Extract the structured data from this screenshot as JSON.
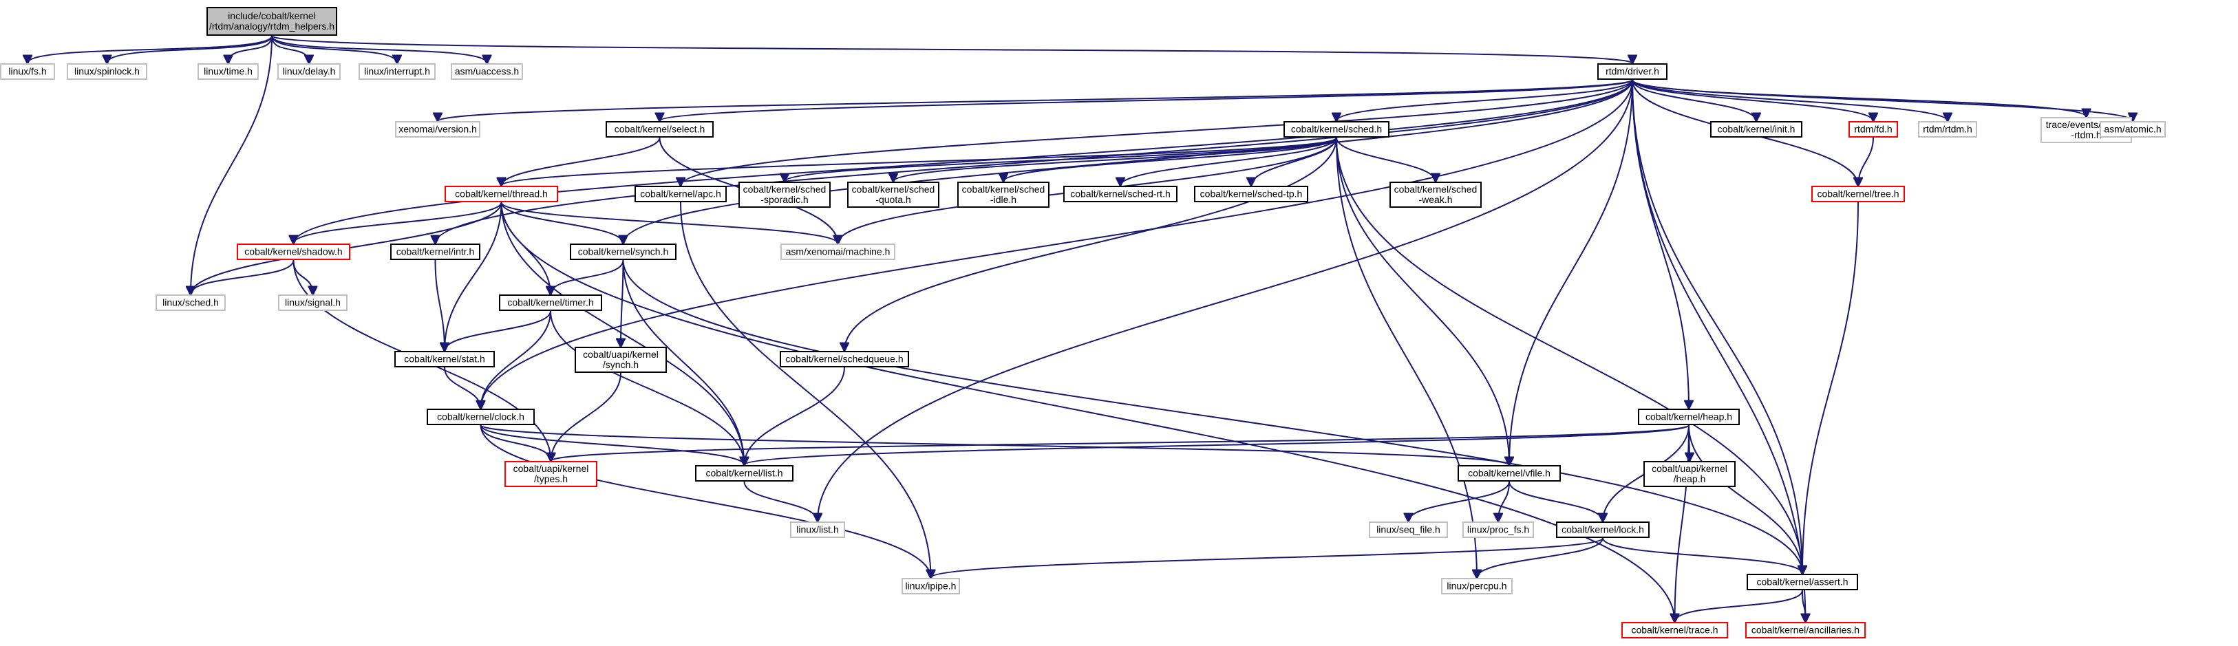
{
  "graph": {
    "title": "include/cobalt/kernel/rtdm/analogy/rtdm_helpers.h",
    "colors": {
      "edge": "#191970",
      "root_fill": "#bfbfbf",
      "documented_border": "#000000",
      "undocumented_border": "#bfbfbf",
      "truncated_border": "#ff0000"
    },
    "nodes": [
      {
        "id": "root",
        "lines": [
          "include/cobalt/kernel",
          "/rtdm/analogy/rtdm_helpers.h"
        ],
        "style": "root"
      },
      {
        "id": "linux_fs",
        "lines": [
          "linux/fs.h"
        ],
        "style": "plain"
      },
      {
        "id": "linux_spinlock",
        "lines": [
          "linux/spinlock.h"
        ],
        "style": "plain"
      },
      {
        "id": "linux_time",
        "lines": [
          "linux/time.h"
        ],
        "style": "plain"
      },
      {
        "id": "linux_delay",
        "lines": [
          "linux/delay.h"
        ],
        "style": "plain"
      },
      {
        "id": "linux_interrupt",
        "lines": [
          "linux/interrupt.h"
        ],
        "style": "plain"
      },
      {
        "id": "asm_uaccess",
        "lines": [
          "asm/uaccess.h"
        ],
        "style": "plain"
      },
      {
        "id": "rtdm_driver",
        "lines": [
          "rtdm/driver.h"
        ],
        "style": "doc"
      },
      {
        "id": "xenomai_version",
        "lines": [
          "xenomai/version.h"
        ],
        "style": "plain"
      },
      {
        "id": "ck_select",
        "lines": [
          "cobalt/kernel/select.h"
        ],
        "style": "doc"
      },
      {
        "id": "ck_sched",
        "lines": [
          "cobalt/kernel/sched.h"
        ],
        "style": "doc"
      },
      {
        "id": "ck_init",
        "lines": [
          "cobalt/kernel/init.h"
        ],
        "style": "doc"
      },
      {
        "id": "rtdm_fd",
        "lines": [
          "rtdm/fd.h"
        ],
        "style": "trunc"
      },
      {
        "id": "rtdm_rtdm",
        "lines": [
          "rtdm/rtdm.h"
        ],
        "style": "plain"
      },
      {
        "id": "trace_events",
        "lines": [
          "trace/events/cobalt",
          "-rtdm.h"
        ],
        "style": "plain"
      },
      {
        "id": "asm_atomic",
        "lines": [
          "asm/atomic.h"
        ],
        "style": "plain"
      },
      {
        "id": "ck_thread",
        "lines": [
          "cobalt/kernel/thread.h"
        ],
        "style": "trunc"
      },
      {
        "id": "ck_apc",
        "lines": [
          "cobalt/kernel/apc.h"
        ],
        "style": "doc"
      },
      {
        "id": "ck_sched_sporadic",
        "lines": [
          "cobalt/kernel/sched",
          "-sporadic.h"
        ],
        "style": "doc"
      },
      {
        "id": "ck_sched_quota",
        "lines": [
          "cobalt/kernel/sched",
          "-quota.h"
        ],
        "style": "doc"
      },
      {
        "id": "ck_sched_idle",
        "lines": [
          "cobalt/kernel/sched",
          "-idle.h"
        ],
        "style": "doc"
      },
      {
        "id": "ck_sched_rt",
        "lines": [
          "cobalt/kernel/sched-rt.h"
        ],
        "style": "doc"
      },
      {
        "id": "ck_sched_tp",
        "lines": [
          "cobalt/kernel/sched-tp.h"
        ],
        "style": "doc"
      },
      {
        "id": "ck_sched_weak",
        "lines": [
          "cobalt/kernel/sched",
          "-weak.h"
        ],
        "style": "doc"
      },
      {
        "id": "ck_tree",
        "lines": [
          "cobalt/kernel/tree.h"
        ],
        "style": "trunc"
      },
      {
        "id": "asm_machine",
        "lines": [
          "asm/xenomai/machine.h"
        ],
        "style": "plain"
      },
      {
        "id": "ck_shadow",
        "lines": [
          "cobalt/kernel/shadow.h"
        ],
        "style": "trunc"
      },
      {
        "id": "ck_intr",
        "lines": [
          "cobalt/kernel/intr.h"
        ],
        "style": "doc"
      },
      {
        "id": "ck_synch",
        "lines": [
          "cobalt/kernel/synch.h"
        ],
        "style": "doc"
      },
      {
        "id": "linux_sched",
        "lines": [
          "linux/sched.h"
        ],
        "style": "plain"
      },
      {
        "id": "linux_signal",
        "lines": [
          "linux/signal.h"
        ],
        "style": "plain"
      },
      {
        "id": "ck_timer",
        "lines": [
          "cobalt/kernel/timer.h"
        ],
        "style": "doc"
      },
      {
        "id": "ck_stat",
        "lines": [
          "cobalt/kernel/stat.h"
        ],
        "style": "doc"
      },
      {
        "id": "cu_synch",
        "lines": [
          "cobalt/uapi/kernel",
          "/synch.h"
        ],
        "style": "doc"
      },
      {
        "id": "ck_schedqueue",
        "lines": [
          "cobalt/kernel/schedqueue.h"
        ],
        "style": "doc"
      },
      {
        "id": "ck_clock",
        "lines": [
          "cobalt/kernel/clock.h"
        ],
        "style": "doc"
      },
      {
        "id": "ck_heap",
        "lines": [
          "cobalt/kernel/heap.h"
        ],
        "style": "doc"
      },
      {
        "id": "cu_types",
        "lines": [
          "cobalt/uapi/kernel",
          "/types.h"
        ],
        "style": "trunc"
      },
      {
        "id": "ck_list",
        "lines": [
          "cobalt/kernel/list.h"
        ],
        "style": "doc"
      },
      {
        "id": "cu_heap",
        "lines": [
          "cobalt/uapi/kernel",
          "/heap.h"
        ],
        "style": "doc"
      },
      {
        "id": "ck_vfile",
        "lines": [
          "cobalt/kernel/vfile.h"
        ],
        "style": "doc"
      },
      {
        "id": "linux_list",
        "lines": [
          "linux/list.h"
        ],
        "style": "plain"
      },
      {
        "id": "linux_seq_file",
        "lines": [
          "linux/seq_file.h"
        ],
        "style": "plain"
      },
      {
        "id": "linux_proc_fs",
        "lines": [
          "linux/proc_fs.h"
        ],
        "style": "plain"
      },
      {
        "id": "ck_lock",
        "lines": [
          "cobalt/kernel/lock.h"
        ],
        "style": "doc"
      },
      {
        "id": "linux_ipipe",
        "lines": [
          "linux/ipipe.h"
        ],
        "style": "plain"
      },
      {
        "id": "linux_percpu",
        "lines": [
          "linux/percpu.h"
        ],
        "style": "plain"
      },
      {
        "id": "ck_assert",
        "lines": [
          "cobalt/kernel/assert.h"
        ],
        "style": "doc"
      },
      {
        "id": "ck_trace",
        "lines": [
          "cobalt/kernel/trace.h"
        ],
        "style": "trunc"
      },
      {
        "id": "ck_ancillaries",
        "lines": [
          "cobalt/kernel/ancillaries.h"
        ],
        "style": "trunc"
      }
    ],
    "edges": [
      [
        "root",
        "linux_fs"
      ],
      [
        "root",
        "linux_spinlock"
      ],
      [
        "root",
        "linux_time"
      ],
      [
        "root",
        "linux_delay"
      ],
      [
        "root",
        "linux_interrupt"
      ],
      [
        "root",
        "asm_uaccess"
      ],
      [
        "root",
        "rtdm_driver"
      ],
      [
        "root",
        "linux_sched"
      ],
      [
        "rtdm_driver",
        "xenomai_version"
      ],
      [
        "rtdm_driver",
        "ck_select"
      ],
      [
        "rtdm_driver",
        "ck_sched"
      ],
      [
        "rtdm_driver",
        "ck_init"
      ],
      [
        "rtdm_driver",
        "rtdm_fd"
      ],
      [
        "rtdm_driver",
        "rtdm_rtdm"
      ],
      [
        "rtdm_driver",
        "trace_events"
      ],
      [
        "rtdm_driver",
        "asm_atomic"
      ],
      [
        "rtdm_driver",
        "ck_tree"
      ],
      [
        "rtdm_driver",
        "ck_shadow"
      ],
      [
        "rtdm_driver",
        "ck_intr"
      ],
      [
        "rtdm_driver",
        "ck_synch"
      ],
      [
        "rtdm_driver",
        "ck_clock"
      ],
      [
        "rtdm_driver",
        "ck_apc"
      ],
      [
        "rtdm_driver",
        "ck_heap"
      ],
      [
        "rtdm_driver",
        "ck_vfile"
      ],
      [
        "rtdm_driver",
        "linux_list"
      ],
      [
        "rtdm_driver",
        "ck_assert"
      ],
      [
        "rtdm_driver",
        "ck_ancillaries"
      ],
      [
        "rtdm_fd",
        "ck_tree"
      ],
      [
        "ck_select",
        "ck_thread"
      ],
      [
        "ck_select",
        "asm_machine"
      ],
      [
        "ck_sched",
        "ck_thread"
      ],
      [
        "ck_sched",
        "ck_sched_sporadic"
      ],
      [
        "ck_sched",
        "ck_sched_quota"
      ],
      [
        "ck_sched",
        "ck_sched_idle"
      ],
      [
        "ck_sched",
        "ck_sched_rt"
      ],
      [
        "ck_sched",
        "ck_sched_tp"
      ],
      [
        "ck_sched",
        "ck_sched_weak"
      ],
      [
        "ck_sched",
        "asm_machine"
      ],
      [
        "ck_sched",
        "ck_schedqueue"
      ],
      [
        "ck_sched",
        "ck_vfile"
      ],
      [
        "ck_sched",
        "linux_percpu"
      ],
      [
        "ck_sched",
        "ck_assert"
      ],
      [
        "ck_thread",
        "ck_shadow"
      ],
      [
        "ck_thread",
        "ck_synch"
      ],
      [
        "ck_thread",
        "ck_timer"
      ],
      [
        "ck_thread",
        "ck_stat"
      ],
      [
        "ck_thread",
        "ck_list"
      ],
      [
        "ck_thread",
        "linux_sched"
      ],
      [
        "ck_thread",
        "asm_machine"
      ],
      [
        "ck_thread",
        "ck_trace"
      ],
      [
        "ck_apc",
        "linux_ipipe"
      ],
      [
        "ck_shadow",
        "linux_sched"
      ],
      [
        "ck_shadow",
        "linux_signal"
      ],
      [
        "ck_shadow",
        "cu_types"
      ],
      [
        "ck_intr",
        "ck_stat"
      ],
      [
        "ck_synch",
        "ck_timer"
      ],
      [
        "ck_synch",
        "cu_synch"
      ],
      [
        "ck_synch",
        "ck_list"
      ],
      [
        "ck_synch",
        "ck_assert"
      ],
      [
        "ck_timer",
        "ck_stat"
      ],
      [
        "ck_timer",
        "ck_clock"
      ],
      [
        "ck_timer",
        "ck_list"
      ],
      [
        "ck_stat",
        "ck_clock"
      ],
      [
        "cu_synch",
        "cu_types"
      ],
      [
        "ck_schedqueue",
        "ck_list"
      ],
      [
        "ck_clock",
        "cu_types"
      ],
      [
        "ck_clock",
        "ck_list"
      ],
      [
        "ck_clock",
        "ck_vfile"
      ],
      [
        "ck_clock",
        "linux_ipipe"
      ],
      [
        "ck_heap",
        "ck_list"
      ],
      [
        "ck_heap",
        "cu_types"
      ],
      [
        "ck_heap",
        "cu_heap"
      ],
      [
        "ck_heap",
        "ck_lock"
      ],
      [
        "ck_heap",
        "ck_assert"
      ],
      [
        "ck_heap",
        "ck_trace"
      ],
      [
        "ck_list",
        "linux_list"
      ],
      [
        "ck_vfile",
        "linux_seq_file"
      ],
      [
        "ck_vfile",
        "linux_proc_fs"
      ],
      [
        "ck_vfile",
        "ck_lock"
      ],
      [
        "ck_lock",
        "linux_ipipe"
      ],
      [
        "ck_lock",
        "linux_percpu"
      ],
      [
        "ck_lock",
        "ck_assert"
      ],
      [
        "ck_assert",
        "ck_trace"
      ],
      [
        "ck_assert",
        "ck_ancillaries"
      ],
      [
        "ck_tree",
        "ck_assert"
      ]
    ]
  }
}
